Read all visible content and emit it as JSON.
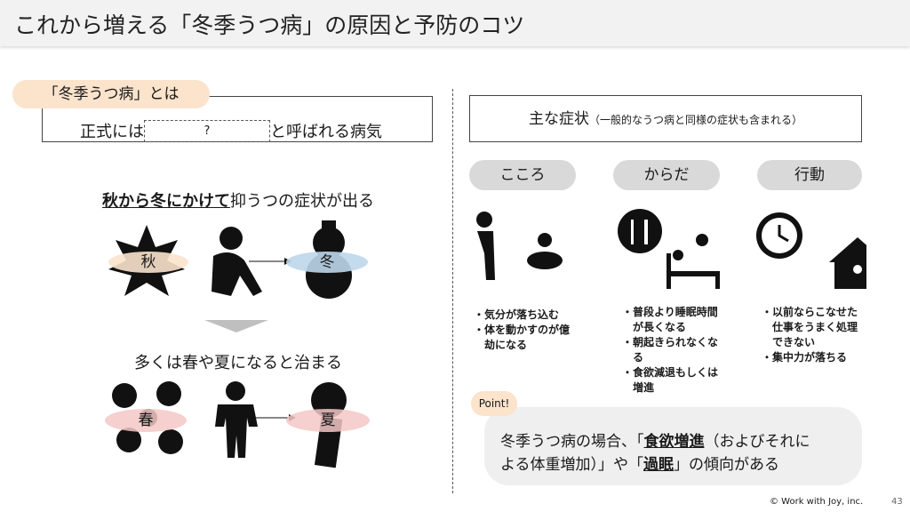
{
  "title": "これから増える「冬季うつ病」の原因と予防のコツ",
  "definition": {
    "tag": "「冬季うつ病」とは",
    "prefix": "正式には",
    "blank": "?",
    "suffix": "と呼ばれる病気"
  },
  "onset": {
    "emph": "秋から冬にかけて",
    "rest": "抑うつの症状が出る",
    "label_a": "秋",
    "label_b": "冬"
  },
  "recovery": {
    "text": "多くは春や夏になると治まる",
    "label_a": "春",
    "label_b": "夏"
  },
  "symptoms": {
    "title": "主な症状",
    "note": "（一般的なうつ病と同様の症状も含まれる）",
    "categories": [
      {
        "label": "こころ",
        "items": [
          "・気分が落ち込む",
          "・体を動かすのが億",
          "　劫になる"
        ]
      },
      {
        "label": "からだ",
        "items": [
          "・普段より睡眠時間",
          "　が長くなる",
          "・朝起きられなくな",
          "　る",
          "・食欲減退もしくは",
          "　増進"
        ]
      },
      {
        "label": "行動",
        "items": [
          "・以前ならこなせた",
          "　仕事をうまく処理",
          "　できない",
          "・集中力が落ちる"
        ]
      }
    ]
  },
  "point": {
    "tag": "Point!",
    "t1": "冬季うつ病の場合、「",
    "e1": "食欲増進",
    "t2": "（およびそれに",
    "t3": "よる体重増加）」や「",
    "e2": "過眠",
    "t4": "」の傾向がある"
  },
  "footer": {
    "copyright": "© Work with Joy, inc.",
    "page": "43"
  },
  "colors": {
    "peach": "#fbe3cc",
    "gray": "#d9d9d9",
    "pink": "#f4c7c7"
  }
}
